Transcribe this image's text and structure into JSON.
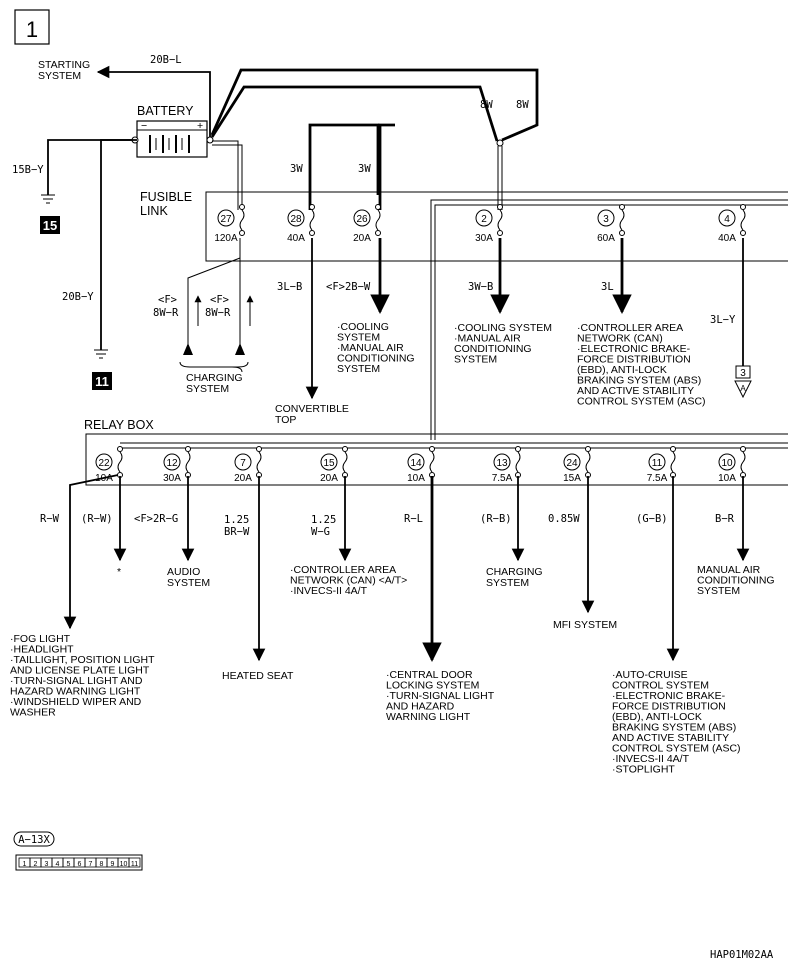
{
  "diagram": {
    "page_number": "1",
    "drawing_code": "HAP01M02AA",
    "battery": {
      "label": "BATTERY",
      "minus": "−",
      "plus": "+"
    },
    "fusible_link": {
      "label_line1": "FUSIBLE",
      "label_line2": "LINK"
    },
    "relay_box": {
      "label": "RELAY BOX"
    },
    "starting_system": {
      "line1": "STARTING",
      "line2": "SYSTEM",
      "wire": "20B−L"
    },
    "ground_wires": [
      {
        "wire": "15B−Y",
        "connector": "15"
      },
      {
        "wire": "20B−Y",
        "connector": "11"
      }
    ],
    "top_wires": {
      "w8a": "8W",
      "w8b": "8W",
      "w3a": "3W",
      "w3b": "3W"
    },
    "fusible_fuses": [
      {
        "num": "27",
        "rating": "120A"
      },
      {
        "num": "28",
        "rating": "40A"
      },
      {
        "num": "26",
        "rating": "20A"
      },
      {
        "num": "2",
        "rating": "30A"
      },
      {
        "num": "3",
        "rating": "60A"
      },
      {
        "num": "4",
        "rating": "40A"
      }
    ],
    "fusible_outputs": {
      "charging": {
        "wire1a": "<F>",
        "wire1b": "8W−R",
        "wire2a": "<F>",
        "wire2b": "8W−R",
        "line1": "CHARGING",
        "line2": "SYSTEM"
      },
      "convertible": {
        "wire": "3L−B",
        "line1": "CONVERTIBLE",
        "line2": "TOP"
      },
      "cooling1": {
        "wire": "<F>2B−W",
        "lines": [
          "·COOLING",
          "SYSTEM",
          "·MANUAL AIR",
          "CONDITIONING",
          "SYSTEM"
        ]
      },
      "cooling2": {
        "wire": "3W−B",
        "lines": [
          "·COOLING SYSTEM",
          "·MANUAL AIR",
          "CONDITIONING",
          "SYSTEM"
        ]
      },
      "can": {
        "wire": "3L",
        "lines": [
          "·CONTROLLER AREA",
          "NETWORK (CAN)",
          "·ELECTRONIC BRAKE-",
          "FORCE DISTRIBUTION",
          "(EBD), ANTI-LOCK",
          "BRAKING SYSTEM (ABS)",
          "AND ACTIVE STABILITY",
          "CONTROL SYSTEM (ASC)"
        ]
      },
      "continue": {
        "wire": "3L−Y",
        "sheet": "3",
        "letter": "A"
      }
    },
    "relay_fuses": [
      {
        "num": "22",
        "rating": "10A"
      },
      {
        "num": "12",
        "rating": "30A"
      },
      {
        "num": "7",
        "rating": "20A"
      },
      {
        "num": "15",
        "rating": "20A"
      },
      {
        "num": "14",
        "rating": "10A"
      },
      {
        "num": "13",
        "rating": "7.5A"
      },
      {
        "num": "24",
        "rating": "15A"
      },
      {
        "num": "11",
        "rating": "7.5A"
      },
      {
        "num": "10",
        "rating": "10A"
      }
    ],
    "relay_outputs": {
      "rw": "R−W",
      "rw_paren": "(R−W)",
      "star": "*",
      "audio": {
        "wire": "<F>2R−G",
        "line1": "AUDIO",
        "line2": "SYSTEM"
      },
      "seat": {
        "wire1": "1.25",
        "wire2": "BR−W",
        "label": "HEATED SEAT"
      },
      "can2": {
        "wire1": "1.25",
        "wire2": "W−G",
        "lines": [
          "·CONTROLLER AREA",
          "NETWORK (CAN) <A/T>",
          "·INVECS-II 4A/T"
        ]
      },
      "door": {
        "wire": "R−L",
        "lines": [
          "·CENTRAL DOOR",
          "LOCKING SYSTEM",
          "·TURN-SIGNAL LIGHT",
          "AND HAZARD",
          "WARNING LIGHT"
        ]
      },
      "charging2": {
        "wire": "(R−B)",
        "line1": "CHARGING",
        "line2": "SYSTEM"
      },
      "mfi": {
        "wire": "0.85W",
        "label": "MFI SYSTEM"
      },
      "cruise": {
        "wire": "(G−B)",
        "lines": [
          "·AUTO-CRUISE",
          "CONTROL SYSTEM",
          "·ELECTRONIC BRAKE-",
          "FORCE DISTRIBUTION",
          "(EBD), ANTI-LOCK",
          "BRAKING SYSTEM (ABS)",
          "AND ACTIVE STABILITY",
          "CONTROL SYSTEM (ASC)",
          "·INVECS-II 4A/T",
          "·STOPLIGHT"
        ]
      },
      "mac": {
        "wire": "B−R",
        "lines": [
          "MANUAL AIR",
          "CONDITIONING",
          "SYSTEM"
        ]
      },
      "lights": {
        "lines": [
          "·FOG LIGHT",
          "·HEADLIGHT",
          "·TAILLIGHT, POSITION LIGHT",
          " AND LICENSE PLATE LIGHT",
          "·TURN-SIGNAL LIGHT AND",
          " HAZARD WARNING LIGHT",
          "·WINDSHIELD WIPER AND",
          " WASHER"
        ]
      }
    },
    "connector": {
      "label": "A−13X",
      "pins": [
        "1",
        "2",
        "3",
        "4",
        "5",
        "6",
        "7",
        "8",
        "9",
        "10",
        "11"
      ]
    }
  }
}
